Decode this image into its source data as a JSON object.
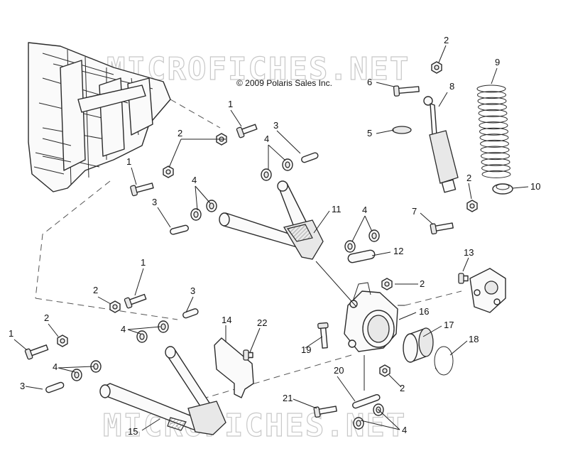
{
  "copyright": "© 2009 Polaris Sales Inc.",
  "watermark_top": "MICROFICHES.NET",
  "watermark_bottom": "MICROFICHES.NET",
  "callouts": {
    "c1a": "1",
    "c1b": "1",
    "c1c": "1",
    "c1d": "1",
    "c2a": "2",
    "c2b": "2",
    "c2c": "2",
    "c2d": "2",
    "c2e": "2",
    "c2f": "2",
    "c2g": "2",
    "c3a": "3",
    "c3b": "3",
    "c3c": "3",
    "c3d": "3",
    "c4a": "4",
    "c4b": "4",
    "c4c": "4",
    "c4d": "4",
    "c4e": "4",
    "c4f": "4",
    "c5": "5",
    "c6": "6",
    "c7": "7",
    "c8": "8",
    "c9": "9",
    "c10": "10",
    "c11": "11",
    "c12": "12",
    "c13": "13",
    "c14": "14",
    "c15": "15",
    "c16": "16",
    "c17": "17",
    "c18": "18",
    "c19": "19",
    "c20": "20",
    "c21": "21",
    "c22": "22"
  }
}
